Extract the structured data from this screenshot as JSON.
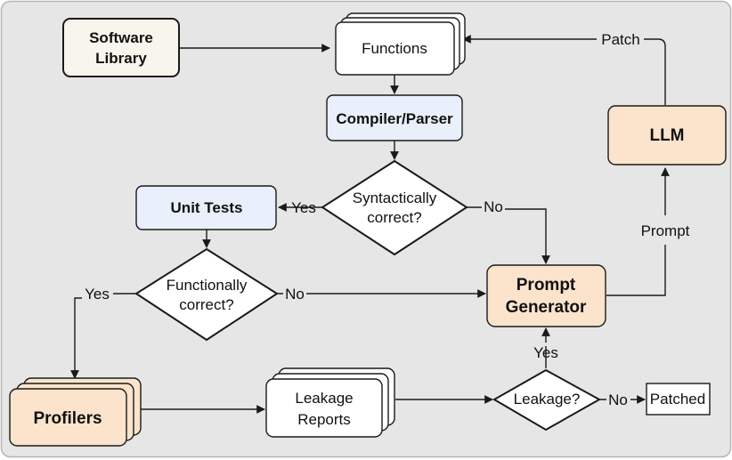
{
  "diagram": {
    "nodes": {
      "software_library": {
        "line1": "Software",
        "line2": "Library"
      },
      "functions": {
        "label": "Functions"
      },
      "compiler_parser": {
        "label": "Compiler/Parser"
      },
      "syntactic_check": {
        "line1": "Syntactically",
        "line2": "correct?"
      },
      "unit_tests": {
        "label": "Unit Tests"
      },
      "functional_check": {
        "line1": "Functionally",
        "line2": "correct?"
      },
      "prompt_generator": {
        "line1": "Prompt",
        "line2": "Generator"
      },
      "llm": {
        "label": "LLM"
      },
      "profilers": {
        "label": "Profilers"
      },
      "leakage_reports": {
        "line1": "Leakage",
        "line2": "Reports"
      },
      "leakage_check": {
        "label": "Leakage?"
      },
      "patched": {
        "label": "Patched"
      }
    },
    "edge_labels": {
      "syntax_yes": "Yes",
      "syntax_no": "No",
      "functional_yes": "Yes",
      "functional_no": "No",
      "leakage_yes": "Yes",
      "leakage_no": "No",
      "prompt": "Prompt",
      "patch": "Patch"
    },
    "colors": {
      "background": "#e6e6e6",
      "library_fill": "#f8f6ec",
      "blue_fill": "#e9effb",
      "orange_fill": "#fce4cc",
      "white_fill": "#ffffff",
      "stroke": "#1a1a1a"
    }
  }
}
